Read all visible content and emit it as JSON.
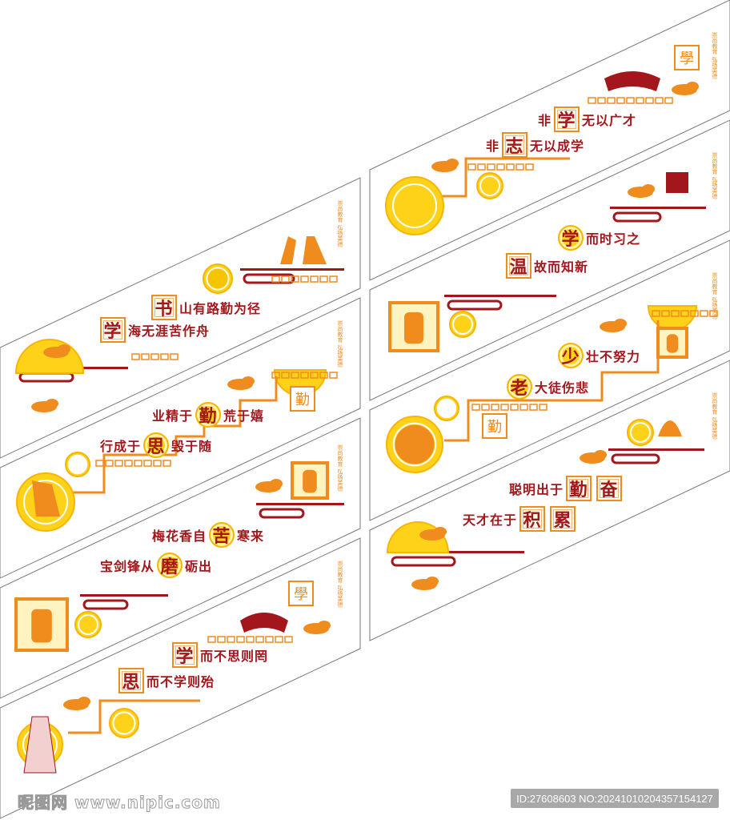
{
  "colors": {
    "red": "#a3161c",
    "orange": "#f08c1e",
    "yellow": "#ffd21a",
    "outline": "#777777"
  },
  "motto": "崇尚教育 弘扬美德",
  "panels": [
    {
      "column": "left",
      "lines": [
        {
          "pre": "",
          "keys": [
            "书"
          ],
          "post": "山有路勤为径",
          "style": "box"
        },
        {
          "pre": "",
          "keys": [
            "学"
          ],
          "post": "海无涯苦作舟",
          "style": "box"
        }
      ],
      "seal": ""
    },
    {
      "column": "left",
      "lines": [
        {
          "pre": "业精于",
          "keys": [
            "勤"
          ],
          "post": "荒于嬉",
          "style": "circle"
        },
        {
          "pre": "行成于",
          "keys": [
            "思"
          ],
          "post": "毁于随",
          "style": "circle"
        }
      ],
      "seal": "勤"
    },
    {
      "column": "left",
      "lines": [
        {
          "pre": "梅花香自",
          "keys": [
            "苦"
          ],
          "post": "寒来",
          "style": "circle"
        },
        {
          "pre": "宝剑锋从",
          "keys": [
            "磨"
          ],
          "post": "砺出",
          "style": "circle"
        }
      ],
      "seal": ""
    },
    {
      "column": "left",
      "lines": [
        {
          "pre": "",
          "keys": [
            "学"
          ],
          "post": "而不思则罔",
          "style": "box"
        },
        {
          "pre": "",
          "keys": [
            "思"
          ],
          "post": "而不学则殆",
          "style": "box"
        }
      ],
      "seal": "學"
    },
    {
      "column": "right",
      "lines": [
        {
          "pre": "非",
          "keys": [
            "学"
          ],
          "post": "无以广才",
          "style": "box"
        },
        {
          "pre": "非",
          "keys": [
            "志"
          ],
          "post": "无以成学",
          "style": "box"
        }
      ],
      "seal": "學"
    },
    {
      "column": "right",
      "lines": [
        {
          "pre": "",
          "keys": [
            "学"
          ],
          "post": "而时习之",
          "style": "circle"
        },
        {
          "pre": "",
          "keys": [
            "温"
          ],
          "post": "故而知新",
          "style": "box"
        }
      ],
      "seal": ""
    },
    {
      "column": "right",
      "lines": [
        {
          "pre": "",
          "keys": [
            "少"
          ],
          "post": "壮不努力",
          "style": "circle"
        },
        {
          "pre": "",
          "keys": [
            "老"
          ],
          "post": "大徒伤悲",
          "style": "circle"
        }
      ],
      "seal": "勤"
    },
    {
      "column": "right",
      "lines": [
        {
          "pre": "聪明出于",
          "keys": [
            "勤",
            "奋"
          ],
          "post": "",
          "style": "box"
        },
        {
          "pre": "天才在于",
          "keys": [
            "积",
            "累"
          ],
          "post": "",
          "style": "box"
        }
      ],
      "seal": ""
    }
  ],
  "watermark": {
    "logo": "昵图网 www.nipic.com",
    "id_text": "ID:27608603 NO:20241010204357154127"
  }
}
